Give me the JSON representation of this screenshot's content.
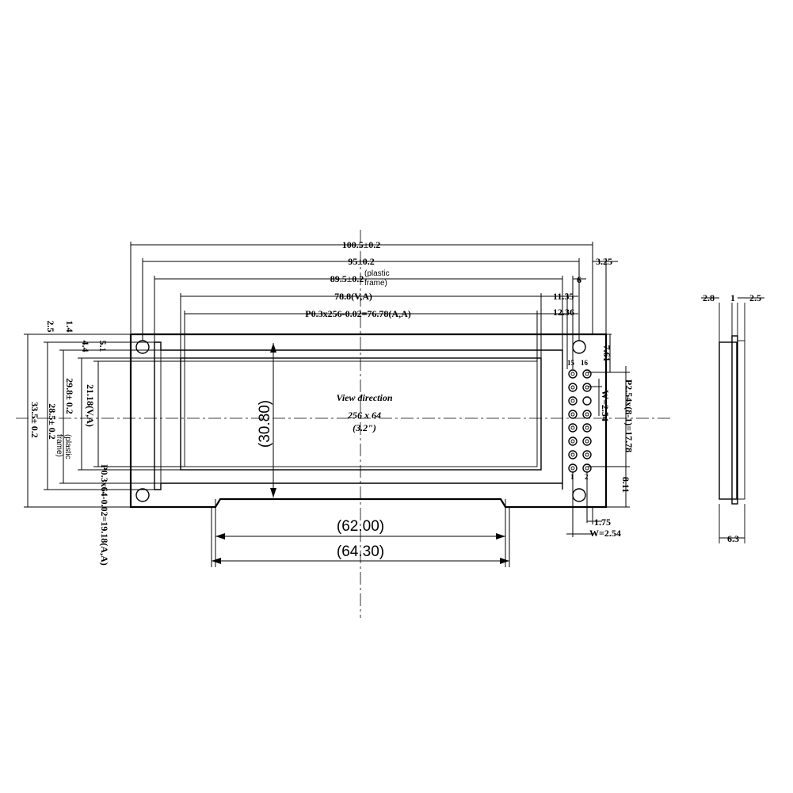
{
  "dims": {
    "d100": "100.5±0.2",
    "d95": "95±0.2",
    "d89": "89.5±0.2",
    "plastic_frame_1": "(plastic",
    "plastic_frame_2": "frame)",
    "d78": "78.8(V,A)",
    "d76": "P0.3x256-0.02=76.78(A,A)",
    "d325": "3.25",
    "d6": "6",
    "d1135": "11.35",
    "d1236": "12.36",
    "d761": "7.61",
    "pitch": "P2.54x(8-1)=17.78",
    "w254_side": "W=2.54",
    "d811": "8.11",
    "d175": "1.75",
    "w254_bottom": "W=2.54",
    "d62": "(62.00)",
    "d643": "(64.30)",
    "d308": "(30.80)",
    "l14": "1.4",
    "l25": "2.5",
    "l44": "4.4",
    "l51": "5.1",
    "l2118": "21.18(V,A)",
    "l298": "29.8±  0.2",
    "l285": "28.5±  0.2",
    "l335": "33.5±  0.2",
    "l1918": "P0.3x64-0.02=19.18(A,A)",
    "lpf1": "(plastic",
    "lpf2": "frame)",
    "s28": "2.8",
    "s1": "1",
    "s25": "2.5",
    "s63": "6.3"
  },
  "display": {
    "view_direction": "View direction",
    "resolution": "256  x  64",
    "size": "(3.2\")"
  },
  "pins": {
    "p15": "15",
    "p16": "16",
    "p1": "1",
    "p2": "2"
  }
}
